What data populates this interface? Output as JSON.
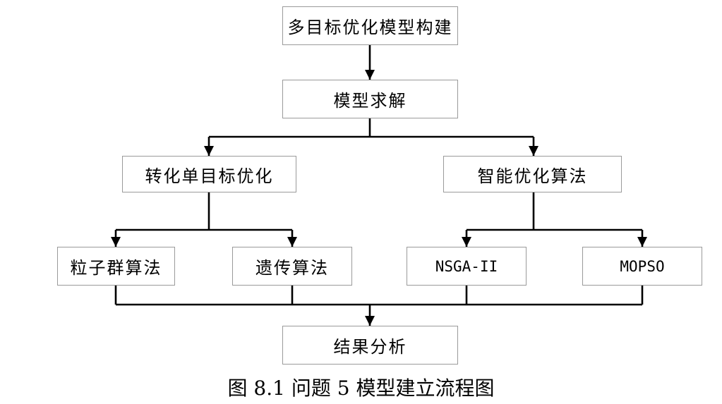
{
  "diagram": {
    "nodes": {
      "build": "多目标优化模型构建",
      "solve": "模型求解",
      "single": "转化单目标优化",
      "intelligent": "智能优化算法",
      "pso": "粒子群算法",
      "ga": "遗传算法",
      "nsga": "NSGA-II",
      "mopso": "MOPSO",
      "result": "结果分析"
    },
    "caption": "图 8.1  问题 5 模型建立流程图"
  },
  "colors": {
    "line": "#000000",
    "box_border": "#9a9a9a"
  }
}
